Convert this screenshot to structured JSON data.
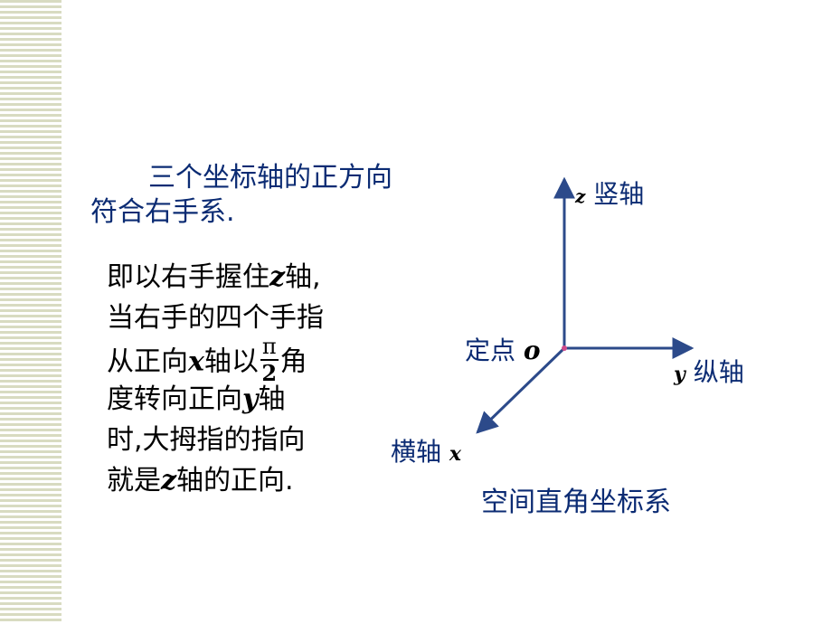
{
  "intro": {
    "line1": "三个坐标轴的正方向",
    "line2": "符合右手系."
  },
  "body": {
    "line1_pre": "即以右手握住",
    "line1_var": "z",
    "line1_post": "轴,",
    "line2": "当右手的四个手指",
    "line3_pre": "从正向",
    "line3_var": "x",
    "line3_mid": "轴以",
    "line3_frac_num": "π",
    "line3_frac_den": "2",
    "line3_post": "角",
    "line4_pre": "度转向正向",
    "line4_var": "y",
    "line4_post": "轴",
    "line5": "时,大拇指的指向",
    "line6_pre": "就是",
    "line6_var": "z",
    "line6_post": "轴的正向."
  },
  "diagram": {
    "z_letter": "z",
    "z_label": "竖轴",
    "y_letter": "y",
    "y_label": "纵轴",
    "x_letter": "x",
    "x_label": "横轴",
    "origin_letter": "o",
    "origin_label": "定点",
    "caption": "空间直角坐标系"
  },
  "colors": {
    "axis": "#2c4a8a",
    "label_text": "#0b2b73",
    "body_text": "#000000",
    "origin_dot": "#d04a8a",
    "stripe": "#d8dbc1"
  }
}
